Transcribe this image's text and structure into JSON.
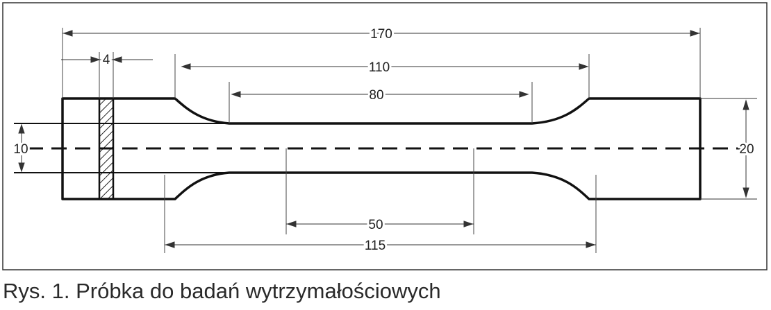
{
  "figure": {
    "caption": "Rys. 1. Próbka do badań wytrzymałościowych",
    "dimensions": {
      "total_length": "170",
      "shoulder_span": "110",
      "gauge_top": "80",
      "gauge_bottom": "50",
      "bottom_span": "115",
      "grip_width": "20",
      "gauge_width": "10",
      "hatch_width": "4"
    }
  }
}
